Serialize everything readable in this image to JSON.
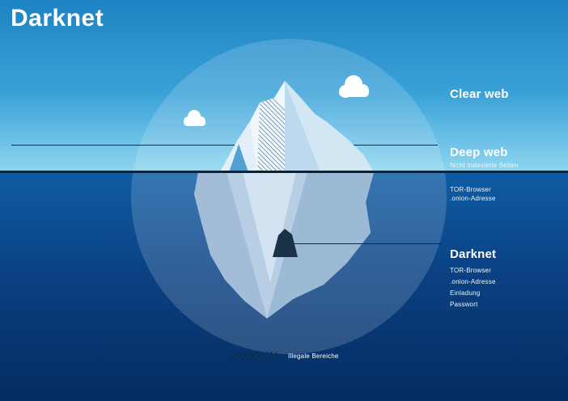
{
  "title": "Darknet",
  "sections": {
    "clear_web": {
      "title": "Clear web"
    },
    "deep_web": {
      "title": "Deep web",
      "subtitle": "Nicht indexierte Seiten",
      "items": [
        "TOR-Browser",
        ".onion-Adresse"
      ]
    },
    "darknet": {
      "title": "Darknet",
      "items": [
        "TOR-Browser",
        ".onion-Adresse",
        "Einladung",
        "Passwort"
      ]
    }
  },
  "legend": {
    "label": "Illegale Bereiche"
  },
  "colors": {
    "sky_top": "#1d83c3",
    "sky_bottom": "#8fd6f0",
    "water_top": "#0f5ca4",
    "water_bottom": "#052c60",
    "waterline": "#0c2233",
    "iceberg_above": "#f0f7fc",
    "iceberg_below": "#b7cee4",
    "cave": "#1b3348",
    "text": "#ffffff"
  }
}
